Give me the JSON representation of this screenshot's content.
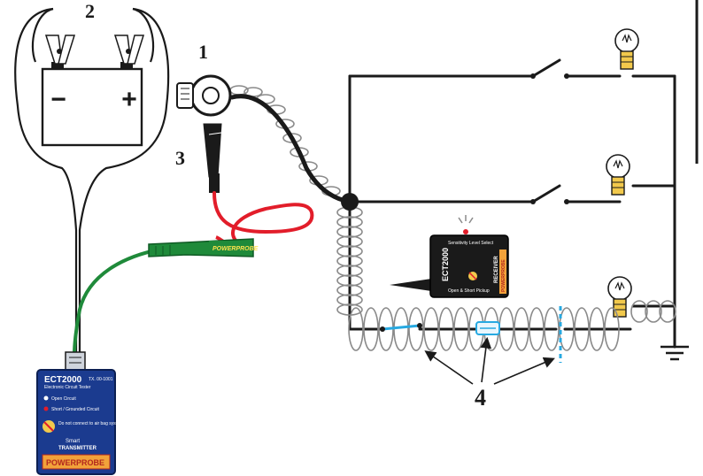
{
  "labels": {
    "cable_clamp": "1",
    "battery": "2",
    "clip_lead": "3",
    "faults": "4"
  },
  "battery": {
    "negative_symbol": "−",
    "positive_symbol": "+"
  },
  "transmitter": {
    "model": "ECT2000",
    "model_number": "TX. 00-1001",
    "subtitle": "Electronic Circuit Tester",
    "status_open": "Open Circuit",
    "status_short": "Short / Grounded Circuit",
    "warning": "Do not connect to air bag system",
    "name_line1": "Smart",
    "name_line2": "TRANSMITTER",
    "brand": "POWERPROBE"
  },
  "receiver": {
    "model": "ECT2000",
    "name": "RECEIVER",
    "brand": "POWERPROBE",
    "sensitivity": "Sensitivity Level Select",
    "pickup": "Open & Short Pickup"
  },
  "clip_brand": "POWERPROBE",
  "colors": {
    "wire": "#1a1a1a",
    "positive_lead": "#e21d2a",
    "transmitter_lead": "#1f8a3a",
    "transmitter_body": "#1b3b8f",
    "receiver_body": "#1a1a1a",
    "fault_marker": "#27a9e1",
    "bulb_base": "#f2c94c"
  }
}
